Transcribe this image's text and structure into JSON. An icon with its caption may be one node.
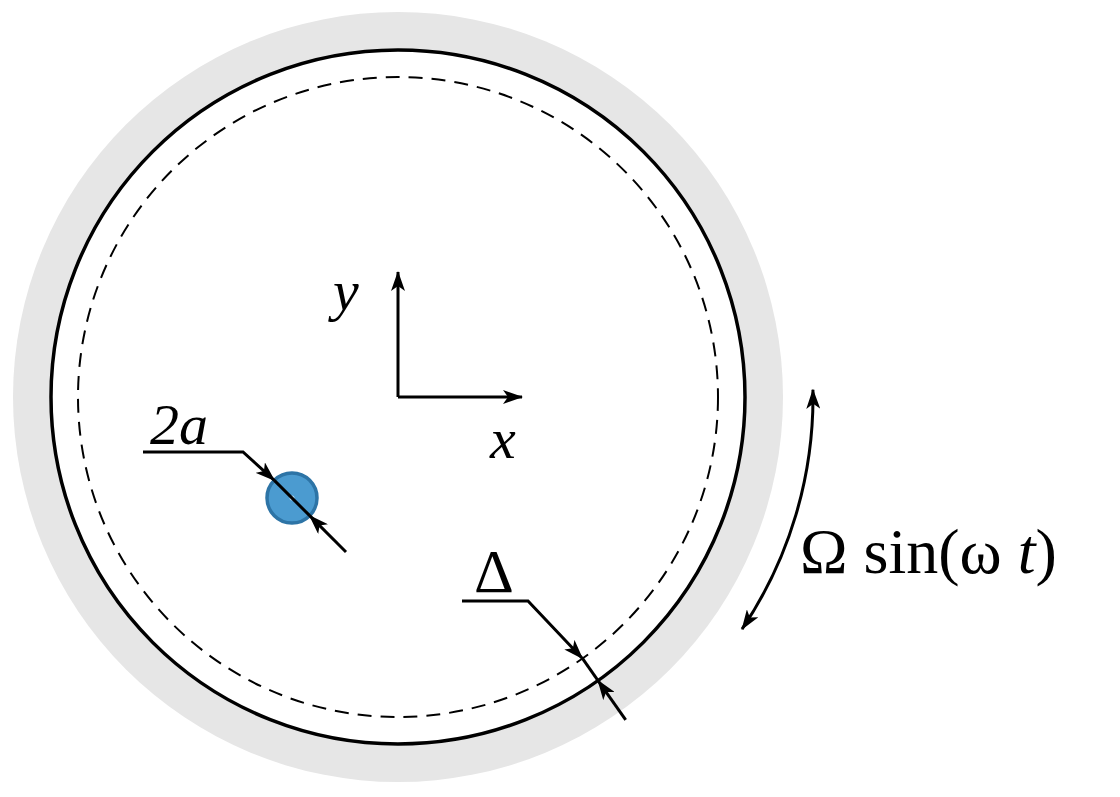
{
  "diagram": {
    "labels": [
      "y",
      "2a",
      "x",
      "Δ",
      "Ω sin(ω *t*)"
    ]
  }
}
